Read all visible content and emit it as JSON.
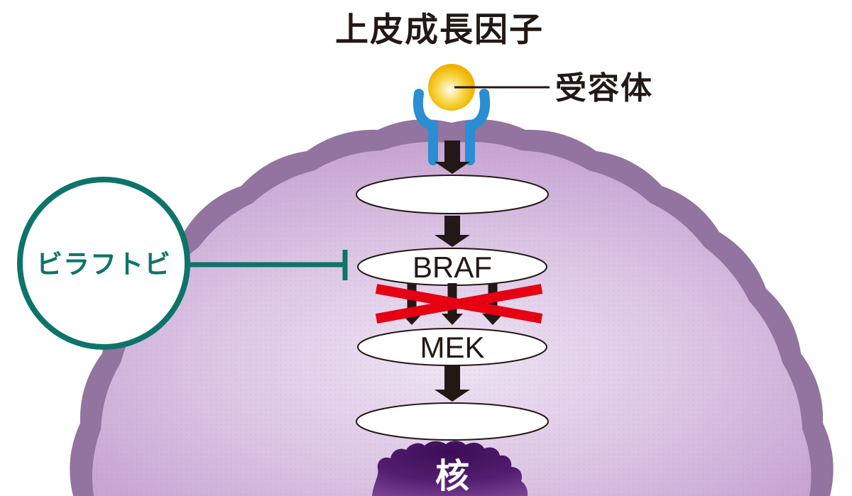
{
  "diagram": {
    "title": "上皮成長因子",
    "receptor": {
      "label": "受容体"
    },
    "drug": {
      "label": "ビラフトビ"
    },
    "pathway": {
      "braf_label": "BRAF",
      "mek_label": "MEK",
      "nucleus_label": "核"
    },
    "colors": {
      "ink": "#231815",
      "membrane": "#93739F",
      "cytoplasm_light": "#EFE4F3",
      "cytoplasm_dark": "#BF97CB",
      "nucleus_dark": "#3B0D55",
      "nucleus_light": "#7D4596",
      "ligand_gold": "#F0B400",
      "receptor_blue": "#2A8ED2",
      "drug_teal": "#0D7469",
      "inhibit_red": "#E60012"
    }
  }
}
